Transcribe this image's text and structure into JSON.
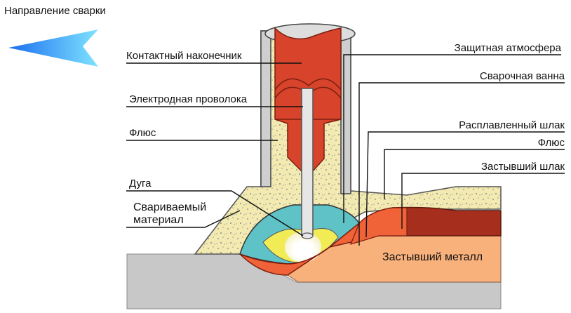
{
  "direction": {
    "label": "Направление сварки",
    "arrow_icon": "arrow-left-icon"
  },
  "labels": {
    "contact_tip": "Контактный наконечник",
    "electrode_wire": "Электродная проволока",
    "flux_left": "Флюс",
    "arc": "Дуга",
    "base_material_line1": "Свариваемый",
    "base_material_line2": "материал",
    "shielding": "Защитная атмосфера",
    "weld_pool": "Сварочная ванна",
    "molten_slag": "Расплавленный шлак",
    "flux_right": "Флюс",
    "solid_slag": "Застывший шлак",
    "solid_metal": "Застывший металл"
  },
  "colors": {
    "base_metal": "#c8c8c8",
    "flux": "#f2eab0",
    "flux_dots": "#9a9a9a",
    "contact_tip": "#d8432b",
    "solid_slag": "#a52f1c",
    "solid_metal": "#f9b17c",
    "weld_pool": "#f06238",
    "arc_zone": "#5ec2c7",
    "arc_core": "#f1ec55",
    "wire": "#e6e6e6"
  }
}
